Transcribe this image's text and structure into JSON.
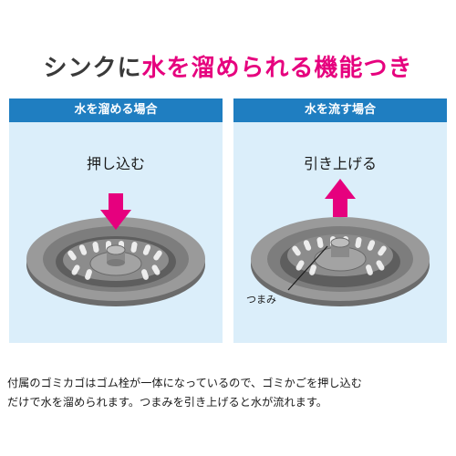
{
  "headline": {
    "lead": "シンクに",
    "highlight": "水を溜められる機能つき"
  },
  "panels": [
    {
      "header": "水を溜める場合",
      "action": "押し込む",
      "arrow": "down"
    },
    {
      "header": "水を流す場合",
      "action": "引き上げる",
      "arrow": "up",
      "knob_label": "つまみ"
    }
  ],
  "description": {
    "line1": "付属のゴミカゴはゴム栓が一体になっているので、ゴミかごを押し込む",
    "line2": "だけで水を溜められます。つまみを引き上げると水が流れます。"
  },
  "colors": {
    "accent_pink": "#e6007e",
    "header_blue": "#1f7ec1",
    "panel_bg": "#dbeefa"
  }
}
